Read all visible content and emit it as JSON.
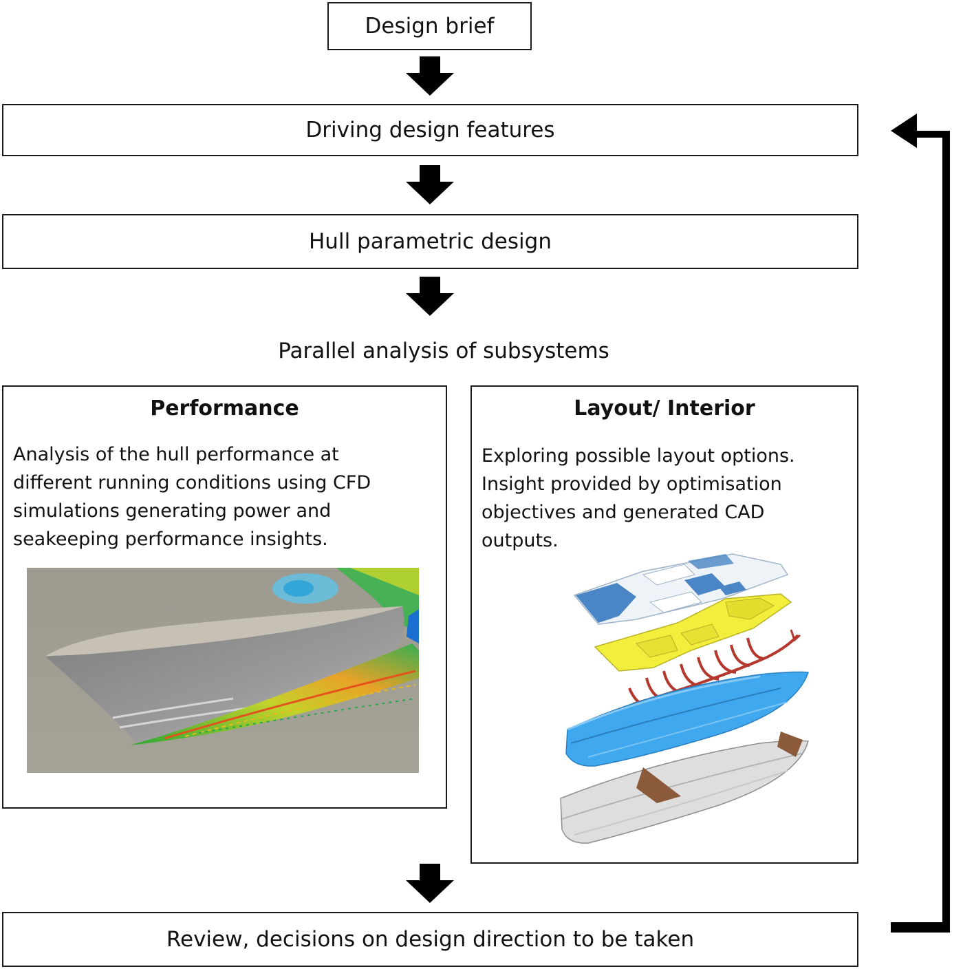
{
  "flow": {
    "design_brief": "Design brief",
    "driving_features": "Driving design features",
    "hull_parametric": "Hull parametric design",
    "parallel_analysis": "Parallel analysis of subsystems",
    "review": "Review, decisions on design direction to be taken"
  },
  "performance": {
    "title": "Performance",
    "lines": [
      "Analysis of the hull performance at",
      "different running conditions using CFD",
      "simulations generating power and",
      "seakeeping performance insights."
    ],
    "image_icon": "cfd-hull-simulation-image"
  },
  "layout_interior": {
    "title": "Layout/ Interior",
    "lines": [
      "Exploring possible layout options.",
      "Insight provided by optimisation",
      "objectives and generated CAD",
      "outputs."
    ],
    "image_icon": "exploded-boat-cad-image"
  },
  "colors": {
    "border": "#1a1a1a",
    "arrow": "#000000",
    "cfd_background": "#a19f93",
    "hull_grey": "#8e8e8e",
    "deck_yellow": "#f2ee3c",
    "hull_blue": "#3fa8ee",
    "frame_red": "#b5382f",
    "floor_blue": "#4a86c6"
  }
}
